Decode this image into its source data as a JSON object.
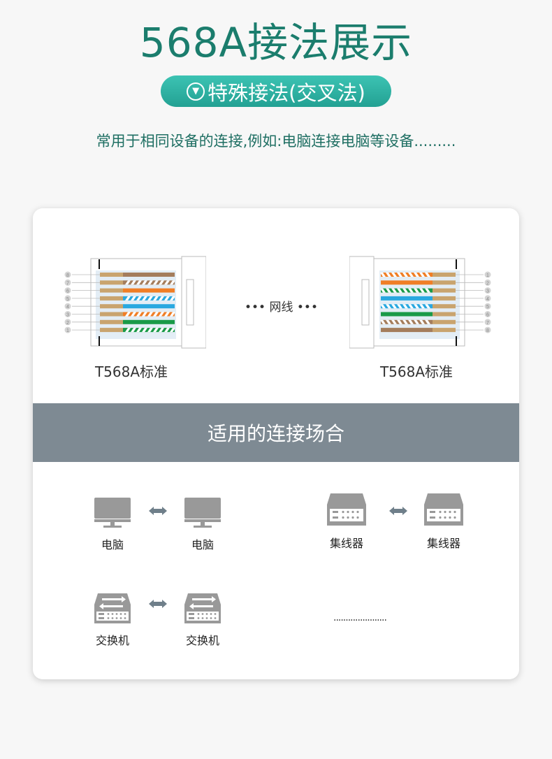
{
  "title": "568A接法展示",
  "pill": {
    "icon": "down-triangle-circle-icon",
    "label": "特殊接法(交叉法)"
  },
  "subtitle": "常用于相同设备的连接,例如:电脑连接电脑等设备.........",
  "diagram": {
    "left_label": "T568A标准",
    "right_label": "T568A标准",
    "cable_label": "••• 网线 •••",
    "left_wires_top_to_bottom": [
      {
        "pin": "8",
        "color": "#a47d5c",
        "striped": false
      },
      {
        "pin": "7",
        "color": "#a47d5c",
        "striped": true
      },
      {
        "pin": "6",
        "color": "#f07e26",
        "striped": false
      },
      {
        "pin": "5",
        "color": "#29a8e0",
        "striped": true
      },
      {
        "pin": "4",
        "color": "#29a8e0",
        "striped": false
      },
      {
        "pin": "3",
        "color": "#f07e26",
        "striped": true
      },
      {
        "pin": "2",
        "color": "#1a9a48",
        "striped": false
      },
      {
        "pin": "1",
        "color": "#1a9a48",
        "striped": true
      }
    ],
    "right_wires_top_to_bottom": [
      {
        "pin": "1",
        "color": "#f07e26",
        "striped": true
      },
      {
        "pin": "2",
        "color": "#f07e26",
        "striped": false
      },
      {
        "pin": "3",
        "color": "#1a9a48",
        "striped": true
      },
      {
        "pin": "4",
        "color": "#29a8e0",
        "striped": false
      },
      {
        "pin": "5",
        "color": "#29a8e0",
        "striped": true
      },
      {
        "pin": "6",
        "color": "#1a9a48",
        "striped": false
      },
      {
        "pin": "7",
        "color": "#a47d5c",
        "striped": true
      },
      {
        "pin": "8",
        "color": "#a47d5c",
        "striped": false
      }
    ]
  },
  "banner": "适用的连接场合",
  "scenarios": [
    {
      "a": "电脑",
      "b": "电脑",
      "icon": "monitor-icon"
    },
    {
      "a": "集线器",
      "b": "集线器",
      "icon": "hub-icon"
    },
    {
      "a": "交换机",
      "b": "交换机",
      "icon": "switch-icon"
    }
  ],
  "more": "......................"
}
